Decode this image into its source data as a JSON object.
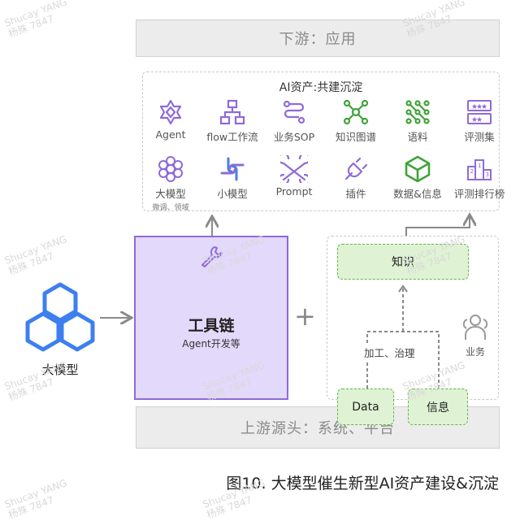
{
  "top_bar": {
    "label": "下游：应用"
  },
  "assets": {
    "title": "AI资产:共建沉淀",
    "items": [
      {
        "label": "Agent",
        "icon": "agent-icon"
      },
      {
        "label": "flow工作流",
        "icon": "flowchart-icon"
      },
      {
        "label": "业务SOP",
        "icon": "sop-icon"
      },
      {
        "label": "知识图谱",
        "icon": "graph-icon"
      },
      {
        "label": "语料",
        "icon": "corpus-icon"
      },
      {
        "label": "评测集",
        "icon": "stars-icon"
      },
      {
        "label": "大模型",
        "sub": "微调、领域",
        "icon": "flower-icon"
      },
      {
        "label": "小模型",
        "icon": "knot-icon"
      },
      {
        "label": "Prompt",
        "icon": "prompt-icon"
      },
      {
        "label": "插件",
        "icon": "plugin-icon"
      },
      {
        "label": "数据&信息",
        "icon": "cube-icon"
      },
      {
        "label": "评测排行榜",
        "icon": "podium-icon"
      }
    ]
  },
  "llm": {
    "label": "大模型",
    "icon": "hexagon-cluster-icon"
  },
  "toolchain": {
    "title": "工具链",
    "subtitle": "Agent开发等",
    "icon": "wrench-icon"
  },
  "plus": "+",
  "knowledge": {
    "label": "知识"
  },
  "process": {
    "label": "加工、治理"
  },
  "business": {
    "label": "业务",
    "icon": "people-icon"
  },
  "data_box": {
    "label": "Data"
  },
  "info_box": {
    "label": "信息"
  },
  "bottom_bar": {
    "label": "上游源头：系统、平台"
  },
  "caption": "图10. 大模型催生新型AI资产建设&沉淀",
  "watermark": {
    "line1": "Shucay YANG",
    "line2": "杨殊 7847"
  },
  "colors": {
    "purple": "#8f6ad8",
    "green": "#3fa33a",
    "blue": "#4a7fe6",
    "gray": "#8a8a8a"
  }
}
